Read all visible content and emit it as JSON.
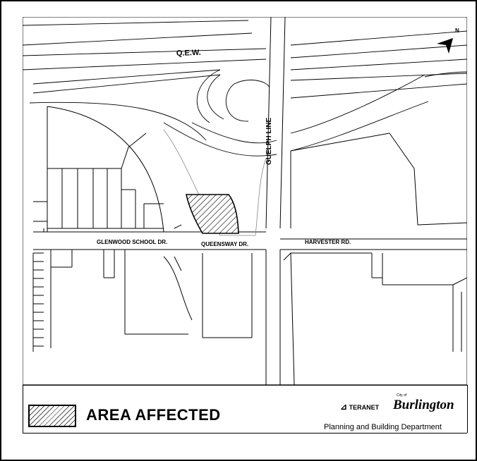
{
  "map": {
    "streets": {
      "qew": "Q.E.W.",
      "guelph_line": "GUELPH LINE",
      "glenwood": "GLENWOOD SCHOOL DR.",
      "queensway": "QUEENSWAY DR.",
      "harvester": "HARVESTER RD."
    },
    "north_arrow": "N"
  },
  "legend": {
    "label": "AREA AFFECTED",
    "teranet": "TERANET",
    "city_of": "City of",
    "burlington": "Burlington",
    "department": "Planning and Building Department"
  },
  "colors": {
    "line": "#000000",
    "hatch": "#555555",
    "background": "#ffffff"
  }
}
